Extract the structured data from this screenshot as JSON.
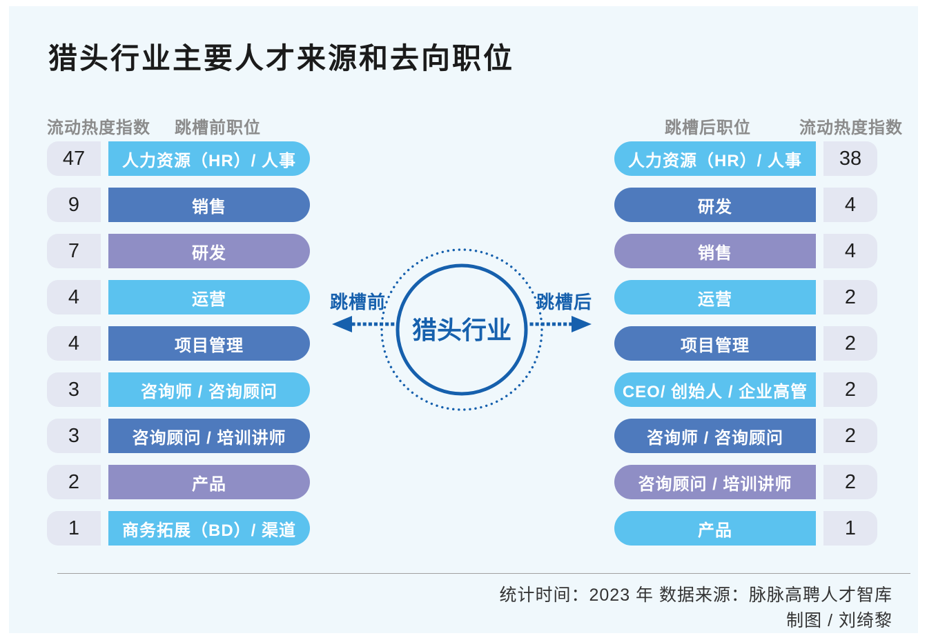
{
  "title": "猎头行业主要人才来源和去向职位",
  "palette": {
    "light_blue": "#5BC2EF",
    "dark_blue": "#4E7ABD",
    "purple": "#8F8EC5",
    "index_box_gray": "#E4E7F2",
    "accent_blue": "#1660AD",
    "header_gray": "#8B8B8B",
    "card_background": "#F0F8FC"
  },
  "left_panel": {
    "index_header": "流动热度指数",
    "position_header": "跳槽前职位",
    "rows": [
      {
        "index": "47",
        "label": "人力资源（HR）/ 人事",
        "color": "light_blue"
      },
      {
        "index": "9",
        "label": "销售",
        "color": "dark_blue"
      },
      {
        "index": "7",
        "label": "研发",
        "color": "purple"
      },
      {
        "index": "4",
        "label": "运营",
        "color": "light_blue"
      },
      {
        "index": "4",
        "label": "项目管理",
        "color": "dark_blue"
      },
      {
        "index": "3",
        "label": "咨询师 / 咨询顾问",
        "color": "light_blue"
      },
      {
        "index": "3",
        "label": "咨询顾问 / 培训讲师",
        "color": "dark_blue"
      },
      {
        "index": "2",
        "label": "产品",
        "color": "purple"
      },
      {
        "index": "1",
        "label": "商务拓展（BD）/ 渠道",
        "color": "light_blue"
      }
    ]
  },
  "right_panel": {
    "position_header": "跳槽后职位",
    "index_header": "流动热度指数",
    "rows": [
      {
        "index": "38",
        "label": "人力资源（HR）/ 人事",
        "color": "light_blue"
      },
      {
        "index": "4",
        "label": "研发",
        "color": "dark_blue"
      },
      {
        "index": "4",
        "label": "销售",
        "color": "purple"
      },
      {
        "index": "2",
        "label": "运营",
        "color": "light_blue"
      },
      {
        "index": "2",
        "label": "项目管理",
        "color": "dark_blue"
      },
      {
        "index": "2",
        "label": "CEO/ 创始人 / 企业高管",
        "color": "light_blue"
      },
      {
        "index": "2",
        "label": "咨询师 / 咨询顾问",
        "color": "dark_blue"
      },
      {
        "index": "2",
        "label": "咨询顾问 / 培训讲师",
        "color": "purple"
      },
      {
        "index": "1",
        "label": "产品",
        "color": "light_blue"
      }
    ]
  },
  "center": {
    "circle_label": "猎头行业",
    "left_arrow_label": "跳槽前",
    "right_arrow_label": "跳槽后"
  },
  "footer": {
    "line1": "统计时间：2023 年 数据来源：脉脉高聘人才智库",
    "line2": "制图 / 刘绮黎"
  },
  "chart_data": {
    "type": "table",
    "title": "猎头行业主要人才来源和去向职位",
    "value_label": "流动热度指数",
    "center_entity": "猎头行业",
    "series": [
      {
        "name": "跳槽前职位",
        "categories": [
          "人力资源（HR）/ 人事",
          "销售",
          "研发",
          "运营",
          "项目管理",
          "咨询师 / 咨询顾问",
          "咨询顾问 / 培训讲师",
          "产品",
          "商务拓展（BD）/ 渠道"
        ],
        "values": [
          47,
          9,
          7,
          4,
          4,
          3,
          3,
          2,
          1
        ]
      },
      {
        "name": "跳槽后职位",
        "categories": [
          "人力资源（HR）/ 人事",
          "研发",
          "销售",
          "运营",
          "项目管理",
          "CEO/ 创始人 / 企业高管",
          "咨询师 / 咨询顾问",
          "咨询顾问 / 培训讲师",
          "产品"
        ],
        "values": [
          38,
          4,
          4,
          2,
          2,
          2,
          2,
          2,
          1
        ]
      }
    ],
    "stat_time": "2023 年",
    "data_source": "脉脉高聘人才智库",
    "credit": "制图 / 刘绮黎"
  }
}
